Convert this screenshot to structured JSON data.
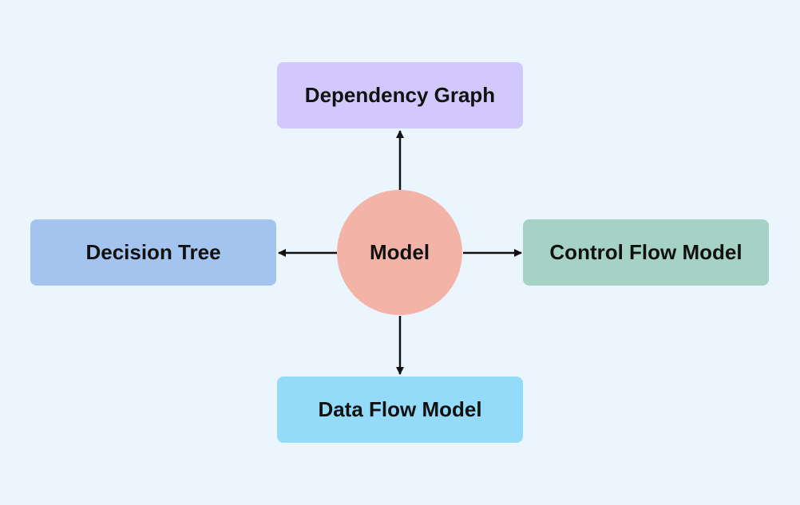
{
  "diagram": {
    "center": {
      "label": "Model",
      "color": "#f4b3a7"
    },
    "nodes": {
      "top": {
        "label": "Dependency Graph",
        "color": "#d3c8fb"
      },
      "left": {
        "label": "Decision Tree",
        "color": "#a2c4ef"
      },
      "right": {
        "label": "Control Flow Model",
        "color": "#a5d2c5"
      },
      "bottom": {
        "label": "Data Flow Model",
        "color": "#94dbf9"
      }
    },
    "edges": [
      {
        "from": "center",
        "to": "top"
      },
      {
        "from": "center",
        "to": "left"
      },
      {
        "from": "center",
        "to": "right"
      },
      {
        "from": "center",
        "to": "bottom"
      }
    ],
    "background": "#eaf5fd",
    "arrow_color": "#111111"
  }
}
